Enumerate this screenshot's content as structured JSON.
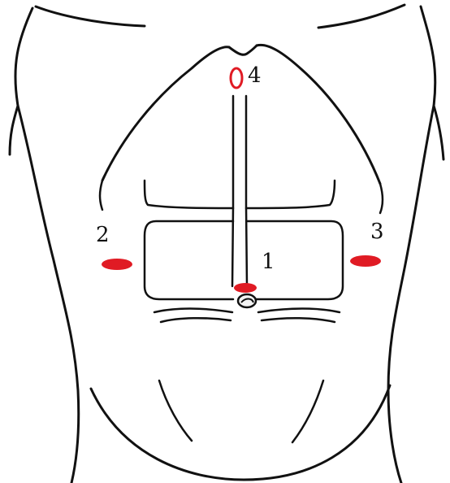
{
  "figure": {
    "port_marker_color": "#e01b24",
    "outline_color": "#111111",
    "ports": [
      {
        "id": "port-1",
        "label": "1",
        "shape": "ellipse",
        "filled": true
      },
      {
        "id": "port-2",
        "label": "2",
        "shape": "ellipse",
        "filled": true
      },
      {
        "id": "port-3",
        "label": "3",
        "shape": "ellipse",
        "filled": true
      },
      {
        "id": "port-4",
        "label": "4",
        "shape": "ellipse",
        "filled": false
      }
    ]
  }
}
